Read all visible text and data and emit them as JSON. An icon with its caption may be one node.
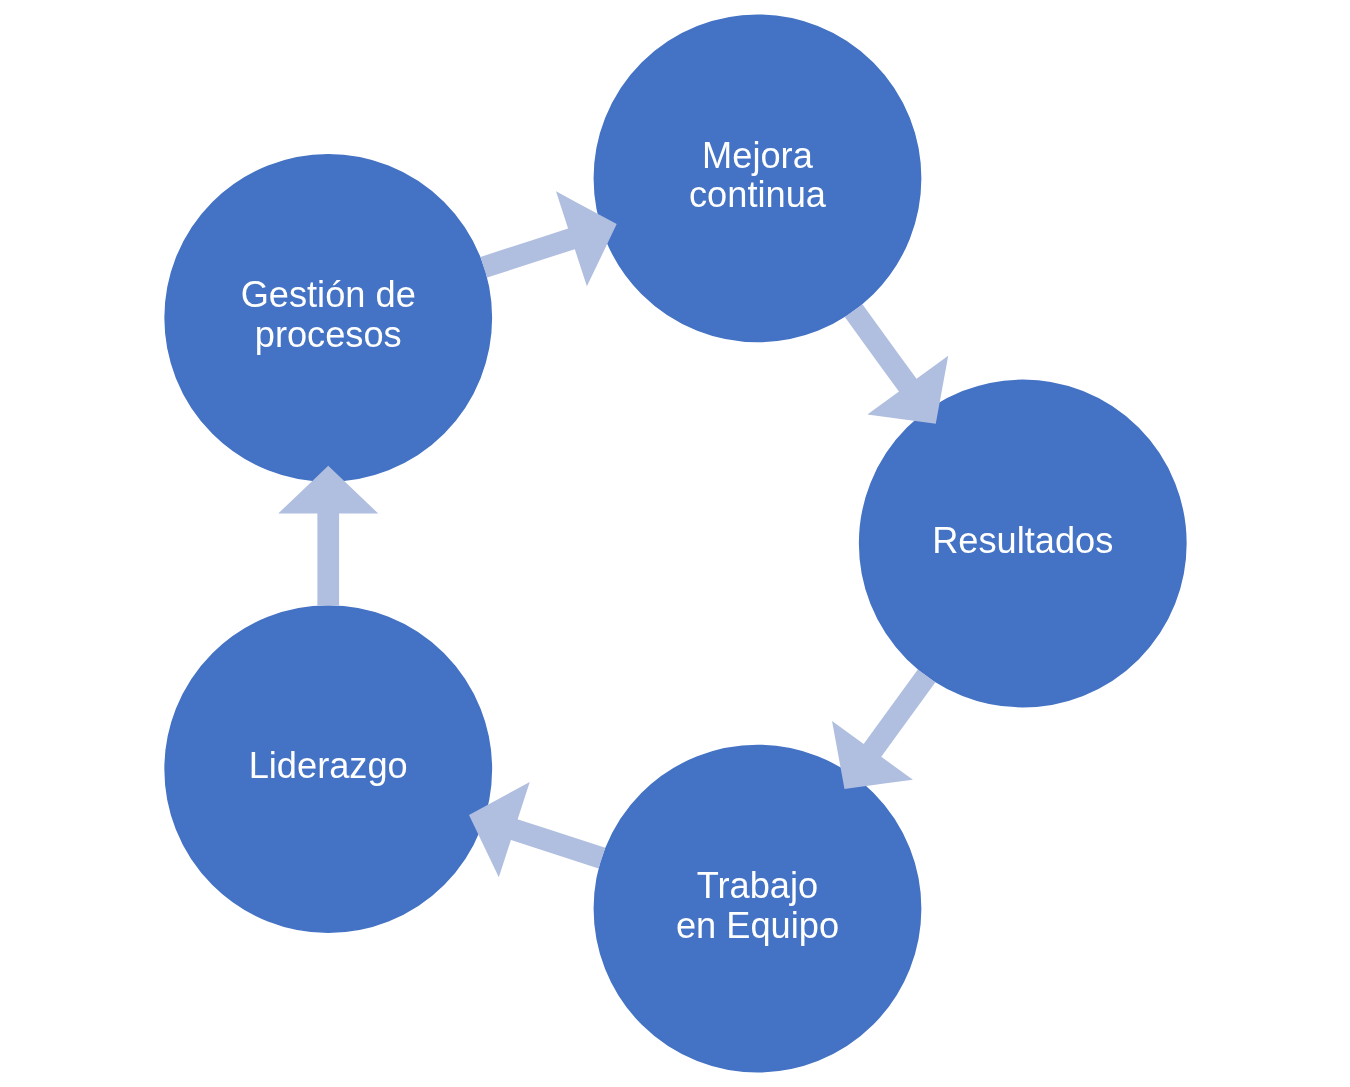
{
  "diagram": {
    "nodes": [
      {
        "text": [
          "Trabajo en Equipo"
        ]
      },
      {
        "text": [
          "Liderazgo"
        ]
      },
      {
        "text": [
          "Gestión de procesos"
        ]
      },
      {
        "text": [
          "Mejora continua"
        ]
      },
      {
        "text": [
          "Resultados"
        ]
      }
    ],
    "edges": [
      {
        "from": 0,
        "to": 1,
        "arrow": "to"
      },
      {
        "from": 1,
        "to": 2,
        "arrow": "to"
      },
      {
        "from": 2,
        "to": 3,
        "arrow": "to"
      },
      {
        "from": 3,
        "to": 4,
        "arrow": "to"
      },
      {
        "from": 4,
        "to": 0,
        "arrow": "to"
      }
    ]
  }
}
